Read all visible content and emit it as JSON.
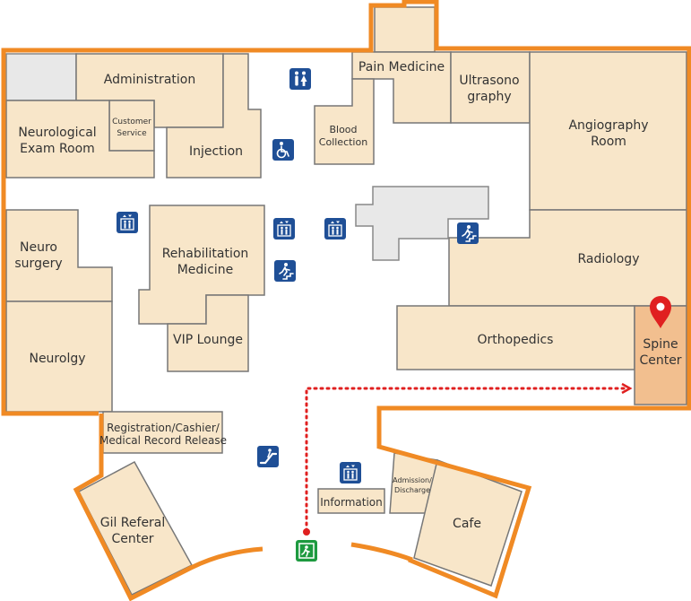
{
  "rooms": {
    "administration": "Administration",
    "customer_service": [
      "Customer",
      "Service"
    ],
    "neurological_exam": [
      "Neurological",
      "Exam Room"
    ],
    "injection": "Injection",
    "pain_medicine": "Pain Medicine",
    "ultrasonography": [
      "Ultrasono",
      "graphy"
    ],
    "blood_collection": [
      "Blood",
      "Collection"
    ],
    "angiography": [
      "Angiography",
      "Room"
    ],
    "neurosurgery": [
      "Neuro",
      "surgery"
    ],
    "rehabilitation": [
      "Rehabilitation",
      "Medicine"
    ],
    "radiology": "Radiology",
    "vip_lounge": "VIP Lounge",
    "orthopedics": "Orthopedics",
    "neurology": "Neurolgy",
    "spine_center": [
      "Spine",
      "Center"
    ],
    "registration": [
      "Registration/Cashier/",
      "Medical Record Release"
    ],
    "gil_referral": [
      "Gil Referal",
      "Center"
    ],
    "admission": [
      "Admission/",
      "Discharge"
    ],
    "information": "Information",
    "cafe": "Cafe"
  },
  "icons": {
    "restroom": "restroom-icon",
    "wheelchair": "wheelchair-icon",
    "elevator": "elevator-icon",
    "stairs": "stairs-icon",
    "escalator": "escalator-icon",
    "exit": "emergency-exit-icon",
    "location_pin": "location-pin-icon"
  },
  "colors": {
    "wall": "#f08a24",
    "room": "#f8e6c9",
    "highlight_room": "#f2bf8f",
    "icon_blue": "#1f4f96",
    "exit_green": "#1d9a3f",
    "route_red": "#e02020"
  }
}
